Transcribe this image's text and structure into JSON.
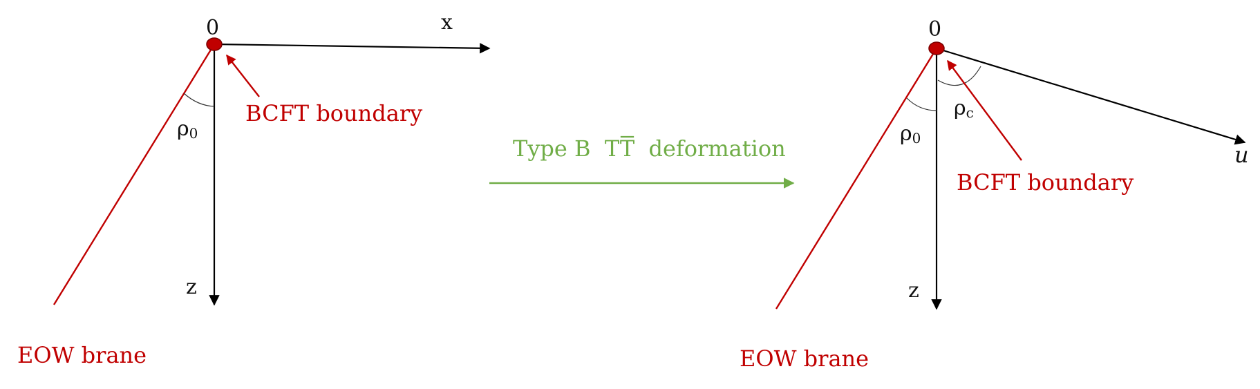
{
  "left_panel": {
    "origin_label": "0",
    "x_axis_label": "x",
    "z_axis_label": "z",
    "angle_label": "ρ",
    "angle_subscript": "0",
    "boundary_label": "BCFT boundary",
    "brane_label": "EOW brane"
  },
  "transition": {
    "prefix": "Type B  ",
    "tt": "TT",
    "suffix": "  deformation"
  },
  "right_panel": {
    "origin_label": "0",
    "u_axis_label": "u",
    "z_axis_label": "z",
    "angle0_label": "ρ",
    "angle0_subscript": "0",
    "anglec_label": "ρ",
    "anglec_subscript": "c",
    "boundary_label": "BCFT boundary",
    "brane_label": "EOW brane"
  },
  "colors": {
    "axis": "#000000",
    "brane": "#c00000",
    "boundary_point": "#c00000",
    "deformation": "#70ad47"
  }
}
